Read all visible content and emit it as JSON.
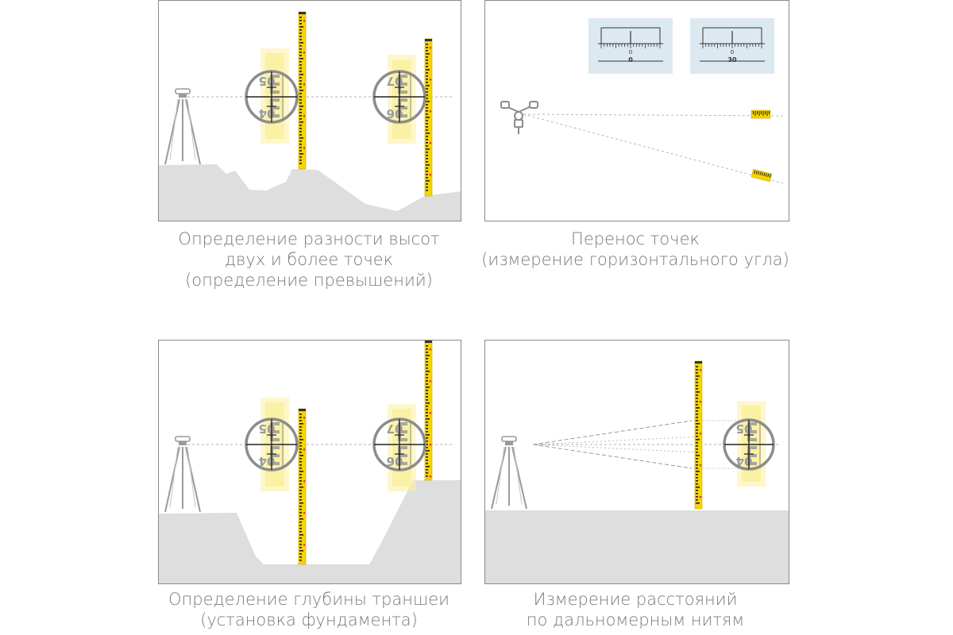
{
  "panels": [
    {
      "id": "height-difference",
      "caption_lines": [
        "Определение разности высот",
        "двух и более точек",
        "(определение превышений)"
      ],
      "scope_readings": [
        {
          "top": "05",
          "bottom": "04"
        },
        {
          "top": "07",
          "bottom": "06"
        }
      ]
    },
    {
      "id": "point-transfer",
      "caption_lines": [
        "Перенос точек",
        "(измерение горизонтального угла)"
      ],
      "scale_boxes": [
        {
          "mark": "0",
          "value": "0"
        },
        {
          "mark": "0",
          "value": "30"
        }
      ]
    },
    {
      "id": "trench-depth",
      "caption_lines": [
        "Определение глубины траншеи",
        "(установка фундамента)"
      ],
      "scope_readings": [
        {
          "top": "05",
          "bottom": "04"
        },
        {
          "top": "07",
          "bottom": "06"
        }
      ]
    },
    {
      "id": "stadia-distance",
      "caption_lines": [
        "Измерение расстояний",
        "по дальномерным нитям"
      ],
      "scope_readings": [
        {
          "top": "05",
          "bottom": "04"
        }
      ]
    }
  ],
  "colors": {
    "ground": "#dedede",
    "staff_yellow": "#f5d400",
    "staff_red": "#d9342b",
    "glow": "#fbf0a0",
    "scope_ring": "#8c8c8c",
    "tripod": "#9a9a9a",
    "panel_border": "#8a8a8a",
    "scale_bg": "#dde9f0",
    "caption": "#7a7a7a"
  },
  "icons": [
    "tripod-level-icon",
    "theodolite-icon",
    "leveling-staff-icon",
    "crosshair-scope-icon"
  ]
}
